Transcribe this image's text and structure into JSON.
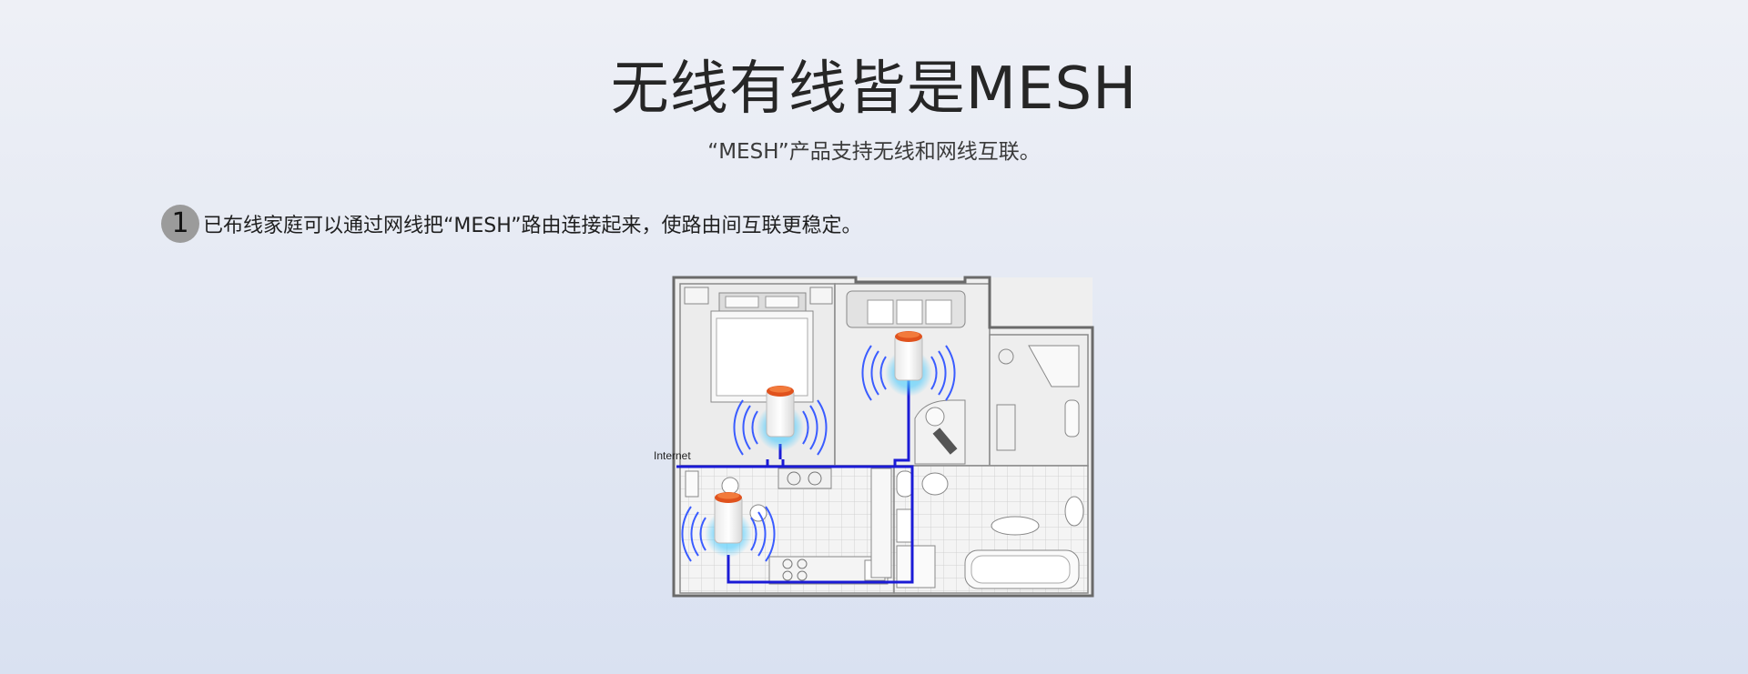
{
  "header": {
    "title": "无线有线皆是MESH",
    "subtitle": "“MESH”产品支持无线和网线互联。"
  },
  "step": {
    "number": "1",
    "text": "已布线家庭可以通过网线把“MESH”路由连接起来，使路由间互联更稳定。"
  },
  "diagram": {
    "internet_label": "Internet",
    "colors": {
      "wire": "#1b1bd6",
      "wifi_ring": "#3a5cff",
      "router_cap": "#e0521d"
    },
    "icons": [
      "floor-plan-icon",
      "router-icon",
      "wifi-signal-icon"
    ]
  }
}
